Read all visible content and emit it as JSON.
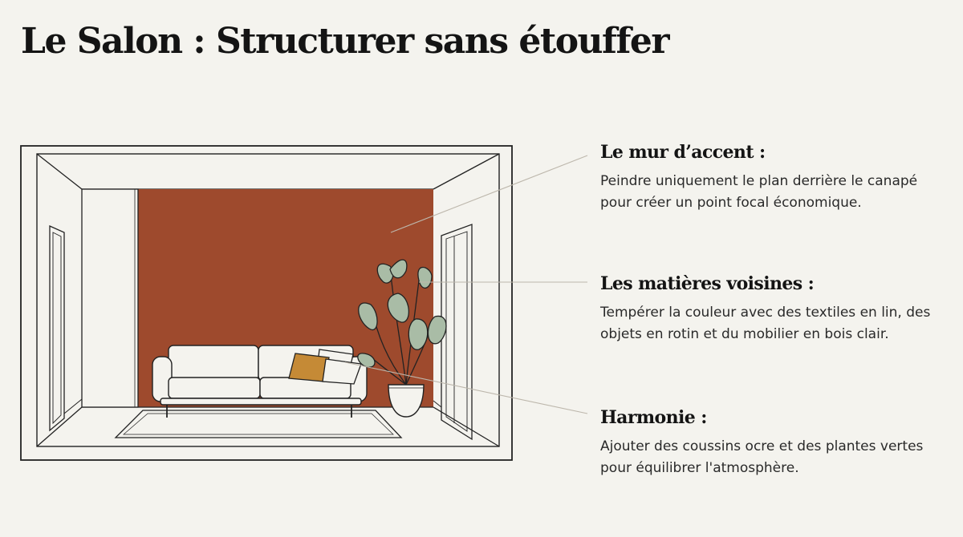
{
  "title": "Le Salon : Structurer sans étouffer",
  "colors": {
    "background": "#f4f3ee",
    "accent_wall": "#9e4a2d",
    "cushion_ochre": "#c58a36",
    "foliage": "#a9bca6",
    "line": "#222222",
    "leader_line": "#bdb7ac"
  },
  "callouts": [
    {
      "heading": "Le mur d’accent :",
      "text": "Peindre uniquement le plan derrière le canapé pour créer un point focal économique."
    },
    {
      "heading": "Les matières voisines :",
      "text": "Tempérer la couleur avec des textiles en lin, des objets en rotin et du mobilier en bois clair."
    },
    {
      "heading": "Harmonie :",
      "text": "Ajouter des coussins ocre et des plantes vertes pour équilibrer l'atmosphère."
    }
  ]
}
